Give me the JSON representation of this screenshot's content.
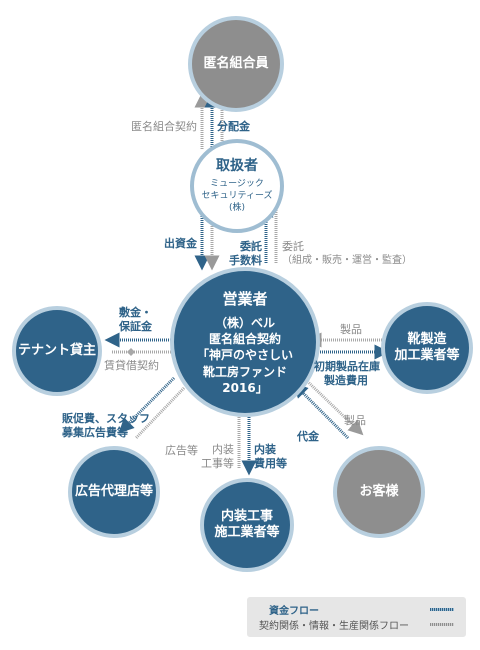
{
  "nodes": {
    "investor": "匿名組合員",
    "handler_title": "取扱者",
    "handler_sub1": "ミュージック",
    "handler_sub2": "セキュリティーズ(株)",
    "main_title": "営業者",
    "main_line1": "（株）ベル",
    "main_line2": "匿名組合契約",
    "main_line3": "「神戸のやさしい",
    "main_line4": "靴工房ファンド",
    "main_line5": "2016」",
    "tenant": "テナント貸主",
    "shoemaker1": "靴製造",
    "shoemaker2": "加工業者等",
    "ad_agency": "広告代理店等",
    "interior1": "内装工事",
    "interior2": "施工業者等",
    "customer": "お客様"
  },
  "labels": {
    "contract_anon": "匿名組合契約",
    "distribution": "分配金",
    "contribution": "出資金",
    "commission1": "委託",
    "commission2": "手数料",
    "entrust1": "委託",
    "entrust2": "（組成・販売・運営・監査）",
    "deposit1": "敷金・",
    "deposit2": "保証金",
    "lease": "賃貸借契約",
    "product_in": "製品",
    "initial1": "初期製品在庫",
    "initial2": "製造費用",
    "promo1": "販促費、スタッフ",
    "promo2": "募集広告費等",
    "ads": "広告等",
    "interior_l1": "内装",
    "interior_l2": "工事等",
    "interior_r1": "内装",
    "interior_r2": "費用等",
    "payment": "代金",
    "product_out": "製品"
  },
  "legend": {
    "money": "資金フロー",
    "info": "契約関係・情報・生産関係フロー"
  },
  "colors": {
    "money": "#2f6389",
    "info": "#8e8e8e",
    "node_blue": "#2f6389",
    "node_gray": "#8e8e8e",
    "ring": "#b8cfdf"
  }
}
